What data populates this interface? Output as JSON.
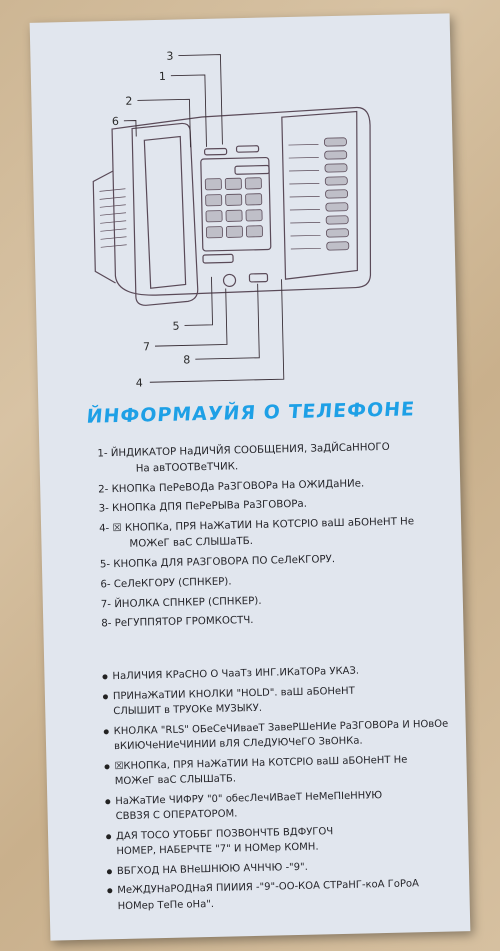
{
  "heading": "ЙНФОРМАУЙЯ О ТЕЛЕФОНЕ",
  "diagram_labels": [
    "1",
    "2",
    "3",
    "4",
    "5",
    "6",
    "7",
    "8"
  ],
  "numbered_items": [
    {
      "line1": "1- ЙНДИКАТОР НаДИЧЙЯ СООБЩЕНИЯ, ЗаДЙСаННОГО",
      "line2": "На авТООТВеТЧИК."
    },
    {
      "line1": "2- КНОПКа ПеРеВОДа РаЗГОВОРа На ОЖИДаНИе.",
      "line2": ""
    },
    {
      "line1": "3- КНОПКа ДПЯ ПеРеРЫВа РаЗГОВОРа.",
      "line2": ""
    },
    {
      "line1": "4- ☒ КНОПКа, ПРЯ НаЖаТИИ На КОТСРІО ваШ аБОНеНТ Не",
      "line2": "МОЖеГ ваС СЛЫШаТБ."
    },
    {
      "line1": "5- КНОПКа ДЛЯ РАЗГОВОРА ПО СеЛеКГОРУ.",
      "line2": ""
    },
    {
      "line1": "6- СеЛеКГОРУ (СПНКЕР).",
      "line2": ""
    },
    {
      "line1": "7- ЙНОЛКА СПНКЕР (СПНКЕР).",
      "line2": ""
    },
    {
      "line1": "8- РеГУППЯТОР ГРОМКОСТЧ.",
      "line2": ""
    }
  ],
  "bullet_items": [
    {
      "line1": "НаЛИЧИЯ КРаСНО О ЧааТз ИНГ.ИКаТОРа УКАЗ.",
      "line2": ""
    },
    {
      "line1": "ПРИНаЖаТИИ КНОЛКИ \"HOLD\". ваШ аБОНеНТ",
      "line2": "СЛЫШИТ в ТРУОКе МУЗЫКУ."
    },
    {
      "line1": "КНОЛКА \"RLS\" ОБеСеЧИваеТ ЗавеРШеНИе РаЗГОВОРа И НОвОе",
      "line2": "вКИЮЧеНИеЧИНИИ вЛЯ СЛеДУЮЧеГО ЗвОНКа."
    },
    {
      "line1": "☒КНОПКа, ПРЯ НаЖаТИИ На КОТСРІО ваШ аБОНеНТ Не",
      "line2": "МОЖеГ ваС СЛЫШаТБ."
    },
    {
      "line1": "НаЖаТИе ЧИФРУ \"0\" обесЛечИВаеТ НеМеПІеННУЮ",
      "line2": "СВВЗЯ С ОПЕРАТОРОМ."
    },
    {
      "line1": "ДАЯ ТОСО УТОББГ ПОЗВОНЧТБ ВДФУГОЧ",
      "line2": "НОМЕР, НАБЕРЧТЕ \"7\" И НОМер КОМН."
    },
    {
      "line1": "ВБГХОД НА ВНеШНЮЮ АЧНЧЮ -\"9\".",
      "line2": ""
    },
    {
      "line1": "МеЖДУНаРОДНаЯ ПИИИЯ -\"9\"-ОО-КОА СТРаНГ-коА ГоРоА",
      "line2": "НОМер ТеПе оНа\"."
    }
  ],
  "colors": {
    "heading": "#1ea0e6",
    "paper": "#e1e6ee",
    "line": "#5a4a58"
  }
}
